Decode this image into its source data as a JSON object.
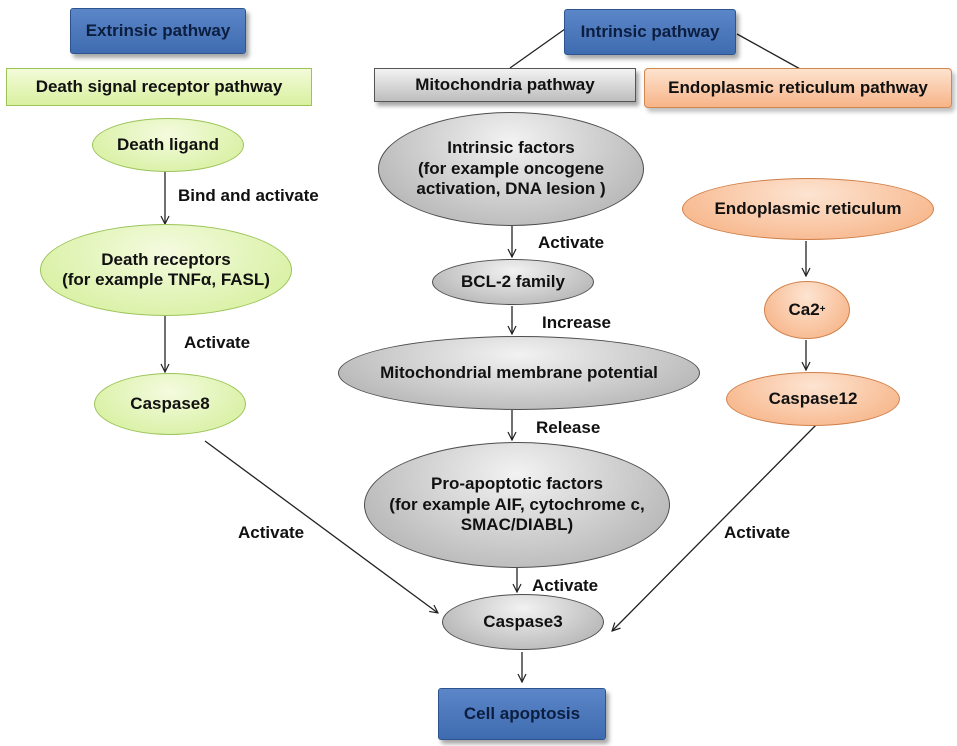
{
  "headers": {
    "extrinsic": "Extrinsic pathway",
    "intrinsic": "Intrinsic pathway",
    "death_signal": "Death signal receptor pathway",
    "mitochondria": "Mitochondria pathway",
    "er_pathway": "Endoplasmic reticulum pathway"
  },
  "extrinsic": {
    "death_ligand": "Death ligand",
    "death_receptors_l1": "Death receptors",
    "death_receptors_l2": "(for example TNFα, FASL)",
    "caspase8": "Caspase8"
  },
  "mito": {
    "intrinsic_l1": "Intrinsic factors",
    "intrinsic_l2": "(for example oncogene",
    "intrinsic_l3": "activation, DNA lesion )",
    "bcl2": "BCL-2 family",
    "membrane": "Mitochondrial membrane potential",
    "pro_l1": "Pro-apoptotic factors",
    "pro_l2": "(for example AIF, cytochrome c,",
    "pro_l3": "SMAC/DIABL)",
    "caspase3": "Caspase3",
    "apoptosis": "Cell apoptosis"
  },
  "er": {
    "er_node": "Endoplasmic reticulum",
    "ca_base": "Ca2",
    "ca_sup": "+",
    "caspase12": "Caspase12"
  },
  "labels": {
    "bind_activate": "Bind and activate",
    "activate": "Activate",
    "increase": "Increase",
    "release": "Release"
  },
  "colors": {
    "blue_header": "#4a77bc",
    "green": "#d9f0a0",
    "gray": "#bdbdbd",
    "orange": "#f7b488"
  }
}
